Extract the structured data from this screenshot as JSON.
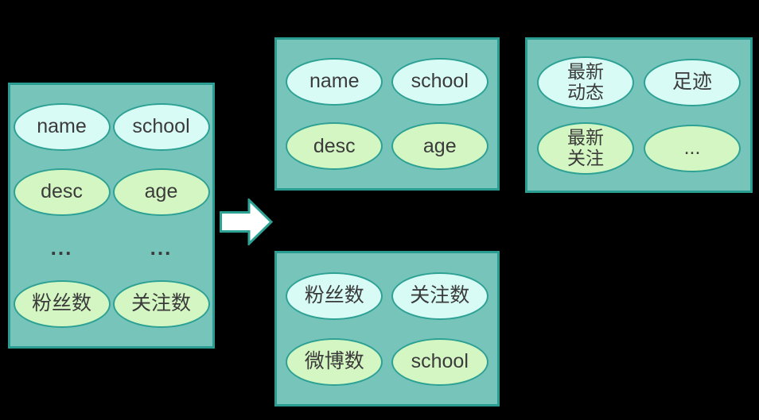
{
  "colors": {
    "background": "#000000",
    "box_fill": "#76C4BA",
    "box_border": "#2A9C91",
    "cyan_fill": "#D8FCF5",
    "green_fill": "#D4F6C2",
    "ellipse_border": "#2EA195",
    "text": "#3B3B3B",
    "arrow_fill": "#FFFFFF",
    "arrow_border": "#2EA195"
  },
  "boxes": [
    {
      "id": "source-entity",
      "ellipses": [
        {
          "label": "name",
          "variant": "cyan"
        },
        {
          "label": "school",
          "variant": "cyan"
        },
        {
          "label": "desc",
          "variant": "green"
        },
        {
          "label": "age",
          "variant": "green"
        },
        {
          "label": "...",
          "variant": "dots"
        },
        {
          "label": "...",
          "variant": "dots"
        },
        {
          "label": "粉丝数",
          "variant": "green"
        },
        {
          "label": "关注数",
          "variant": "green"
        }
      ]
    },
    {
      "id": "profile-entity",
      "ellipses": [
        {
          "label": "name",
          "variant": "cyan"
        },
        {
          "label": "school",
          "variant": "cyan"
        },
        {
          "label": "desc",
          "variant": "green"
        },
        {
          "label": "age",
          "variant": "green"
        }
      ]
    },
    {
      "id": "activity-entity",
      "ellipses": [
        {
          "label": "最新\n动态",
          "variant": "cyan"
        },
        {
          "label": "足迹",
          "variant": "cyan"
        },
        {
          "label": "最新\n关注",
          "variant": "green"
        },
        {
          "label": "...",
          "variant": "green"
        }
      ]
    },
    {
      "id": "stats-entity",
      "ellipses": [
        {
          "label": "粉丝数",
          "variant": "cyan"
        },
        {
          "label": "关注数",
          "variant": "cyan"
        },
        {
          "label": "微博数",
          "variant": "green"
        },
        {
          "label": "school",
          "variant": "green"
        }
      ]
    }
  ],
  "arrow": {
    "name": "right-arrow"
  }
}
